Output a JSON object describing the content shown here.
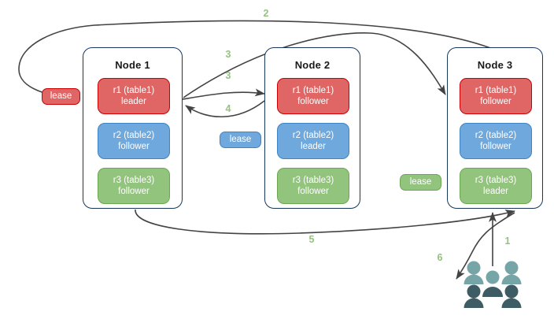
{
  "diagram": {
    "title_hidden": "Raft multi-replica lease diagram",
    "colors": {
      "red": "#e06666",
      "red_border": "#cc0000",
      "blue": "#6fa8dc",
      "blue_border": "#3d85c6",
      "green": "#93c47d",
      "green_border": "#6aa84f",
      "node_border": "#16365c",
      "arrow": "#434343",
      "step_label": "#93c47d",
      "users_light": "#76a5a8",
      "users_dark": "#3d5c63"
    }
  },
  "nodes": [
    {
      "id": "node-1",
      "title": "Node 1",
      "replicas": [
        {
          "name": "r1 (table1)",
          "role": "leader",
          "color": "red"
        },
        {
          "name": "r2 (table2)",
          "role": "follower",
          "color": "blue"
        },
        {
          "name": "r3 (table3)",
          "role": "follower",
          "color": "green"
        }
      ]
    },
    {
      "id": "node-2",
      "title": "Node 2",
      "replicas": [
        {
          "name": "r1 (table1)",
          "role": "follower",
          "color": "red"
        },
        {
          "name": "r2 (table2)",
          "role": "leader",
          "color": "blue"
        },
        {
          "name": "r3 (table3)",
          "role": "follower",
          "color": "green"
        }
      ]
    },
    {
      "id": "node-3",
      "title": "Node 3",
      "replicas": [
        {
          "name": "r1 (table1)",
          "role": "follower",
          "color": "red"
        },
        {
          "name": "r2 (table2)",
          "role": "follower",
          "color": "blue"
        },
        {
          "name": "r3 (table3)",
          "role": "leader",
          "color": "green"
        }
      ]
    }
  ],
  "leases": [
    {
      "id": "lease-r1",
      "label": "lease",
      "color": "red"
    },
    {
      "id": "lease-r2",
      "label": "lease",
      "color": "blue"
    },
    {
      "id": "lease-r3",
      "label": "lease",
      "color": "green"
    }
  ],
  "steps": [
    {
      "id": "step-1",
      "label": "1"
    },
    {
      "id": "step-2",
      "label": "2"
    },
    {
      "id": "step-3a",
      "label": "3"
    },
    {
      "id": "step-3b",
      "label": "3"
    },
    {
      "id": "step-4",
      "label": "4"
    },
    {
      "id": "step-5",
      "label": "5"
    },
    {
      "id": "step-6",
      "label": "6"
    }
  ],
  "icons": {
    "users": "users-icon"
  }
}
